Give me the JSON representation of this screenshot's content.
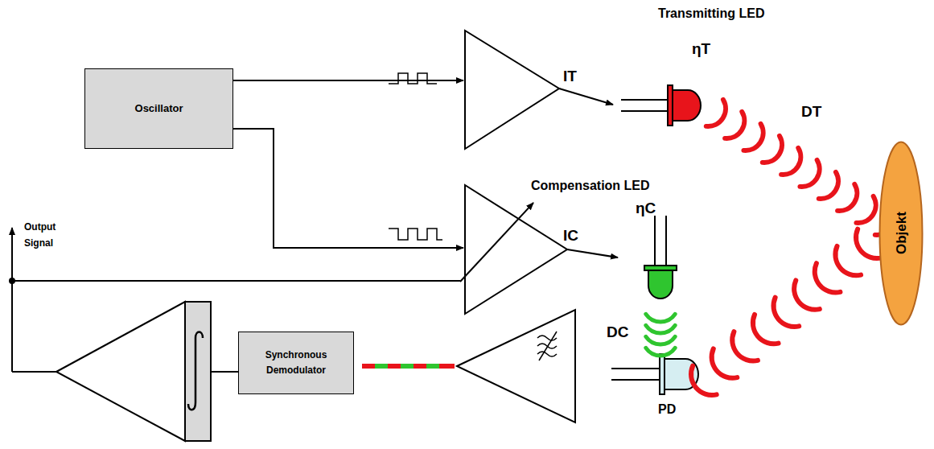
{
  "diagram": {
    "nodes": [
      {
        "text": [
          "Oscillator"
        ]
      },
      {
        "text": [
          "Synchronous Demodulator"
        ]
      },
      {
        "text": [
          "Objekt"
        ]
      }
    ],
    "labels": [
      "Transmitting LED",
      "ηT",
      "IT",
      "DT",
      "Compensation LED",
      "IC",
      "ηC",
      "DC",
      "PD",
      "Output Signal"
    ]
  }
}
